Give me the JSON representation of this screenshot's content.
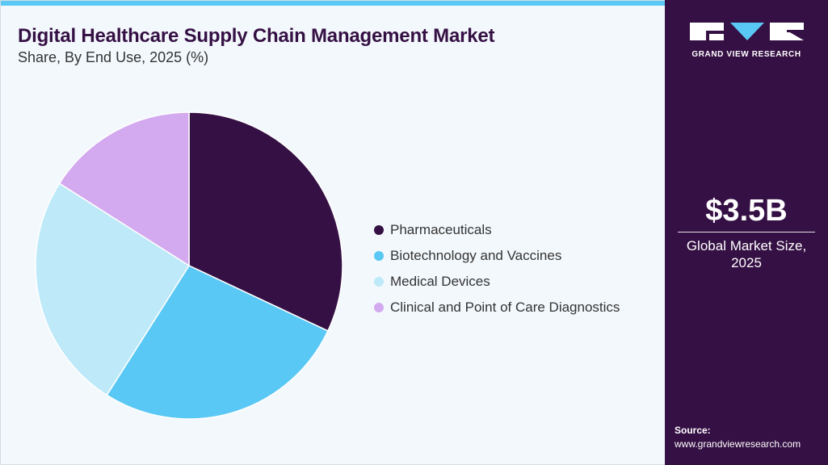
{
  "header": {
    "title": "Digital Healthcare Supply Chain Management Market",
    "subtitle": "Share, By End Use, 2025 (%)"
  },
  "colors": {
    "accent_bar": "#5ac8f4",
    "side_panel": "#351044",
    "logo_blue": "#5ac8f4"
  },
  "chart_data": {
    "type": "pie",
    "title": "Digital Healthcare Supply Chain Management Market",
    "subtitle": "Share, By End Use, 2025 (%)",
    "categories": [
      "Pharmaceuticals",
      "Biotechnology and Vaccines",
      "Medical Devices",
      "Clinical and Point of Care Diagnostics"
    ],
    "values": [
      32,
      27,
      25,
      16
    ],
    "colors": [
      "#351044",
      "#5ac8f4",
      "#bde9f9",
      "#d3a9ef"
    ],
    "legend_position": "right",
    "start_angle": "top",
    "direction": "clockwise"
  },
  "legend": {
    "items": [
      {
        "label": "Pharmaceuticals",
        "color": "#351044"
      },
      {
        "label": "Biotechnology and Vaccines",
        "color": "#5ac8f4"
      },
      {
        "label": "Medical Devices",
        "color": "#bde9f9"
      },
      {
        "label": "Clinical and Point of Care Diagnostics",
        "color": "#d3a9ef"
      }
    ]
  },
  "sidebar": {
    "logo_text": "GRAND VIEW RESEARCH",
    "market_value": "$3.5B",
    "market_label": "Global Market Size, 2025",
    "source_label": "Source:",
    "source_url": "www.grandviewresearch.com"
  }
}
